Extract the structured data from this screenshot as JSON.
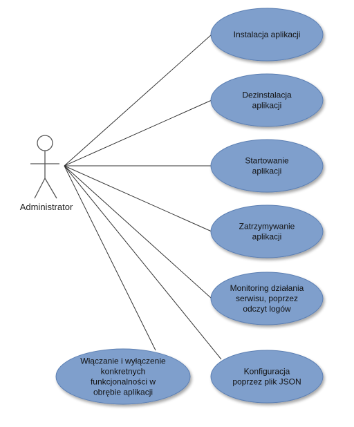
{
  "diagram": {
    "actor": {
      "label": "Administrator",
      "icon": "stick-figure-icon"
    },
    "use_cases": [
      {
        "lines": [
          "Instalacja aplikacji"
        ]
      },
      {
        "lines": [
          "Dezinstalacja",
          "aplikacji"
        ]
      },
      {
        "lines": [
          "Startowanie",
          "aplikacji"
        ]
      },
      {
        "lines": [
          "Zatrzymywanie",
          "aplikacji"
        ]
      },
      {
        "lines": [
          "Monitoring działania",
          "serwisu, poprzez",
          "odczyt logów"
        ]
      },
      {
        "lines": [
          "Konfiguracja",
          "poprzez plik JSON"
        ]
      },
      {
        "lines": [
          "Włączanie i wyłączenie",
          "konkretnych",
          "funkcjonalności w",
          "obrębie aplikacji"
        ]
      }
    ],
    "colors": {
      "ellipse_fill": "#7f9fcc",
      "ellipse_stroke": "#5b7fb3",
      "line": "#333333",
      "actor_stroke": "#555555"
    }
  }
}
